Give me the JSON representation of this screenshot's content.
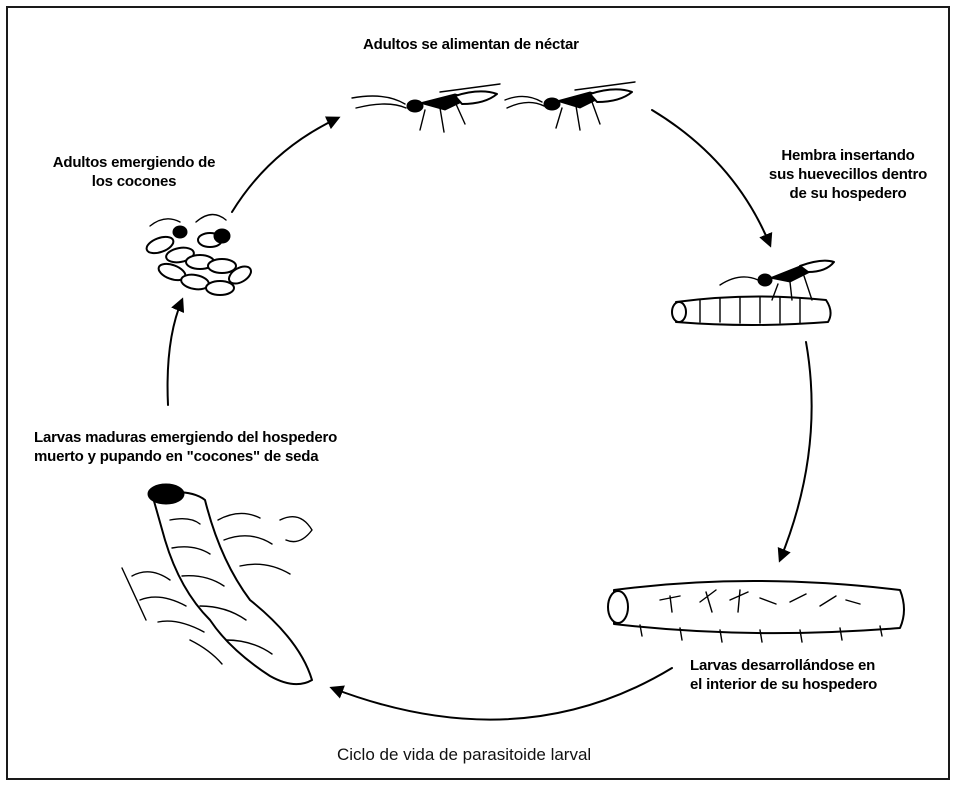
{
  "stages": {
    "adults_feeding": "Adultos se alimentan de néctar",
    "female_inserting": [
      "Hembra insertando",
      "sus huevecillos dentro",
      "de su hospedero"
    ],
    "larvae_developing": [
      "Larvas desarrollándose en",
      "el interior de su hospedero"
    ],
    "larvae_emerging": [
      "Larvas maduras emergiendo del hospedero",
      "muerto y pupando en \"cocones\" de seda"
    ],
    "adults_emerging": [
      "Adultos emergiendo de",
      "los cocones"
    ]
  },
  "caption": "Ciclo de vida de parasitoide larval",
  "colors": {
    "ink": "#000000",
    "background": "#ffffff",
    "frame": "#1a1a1a"
  }
}
